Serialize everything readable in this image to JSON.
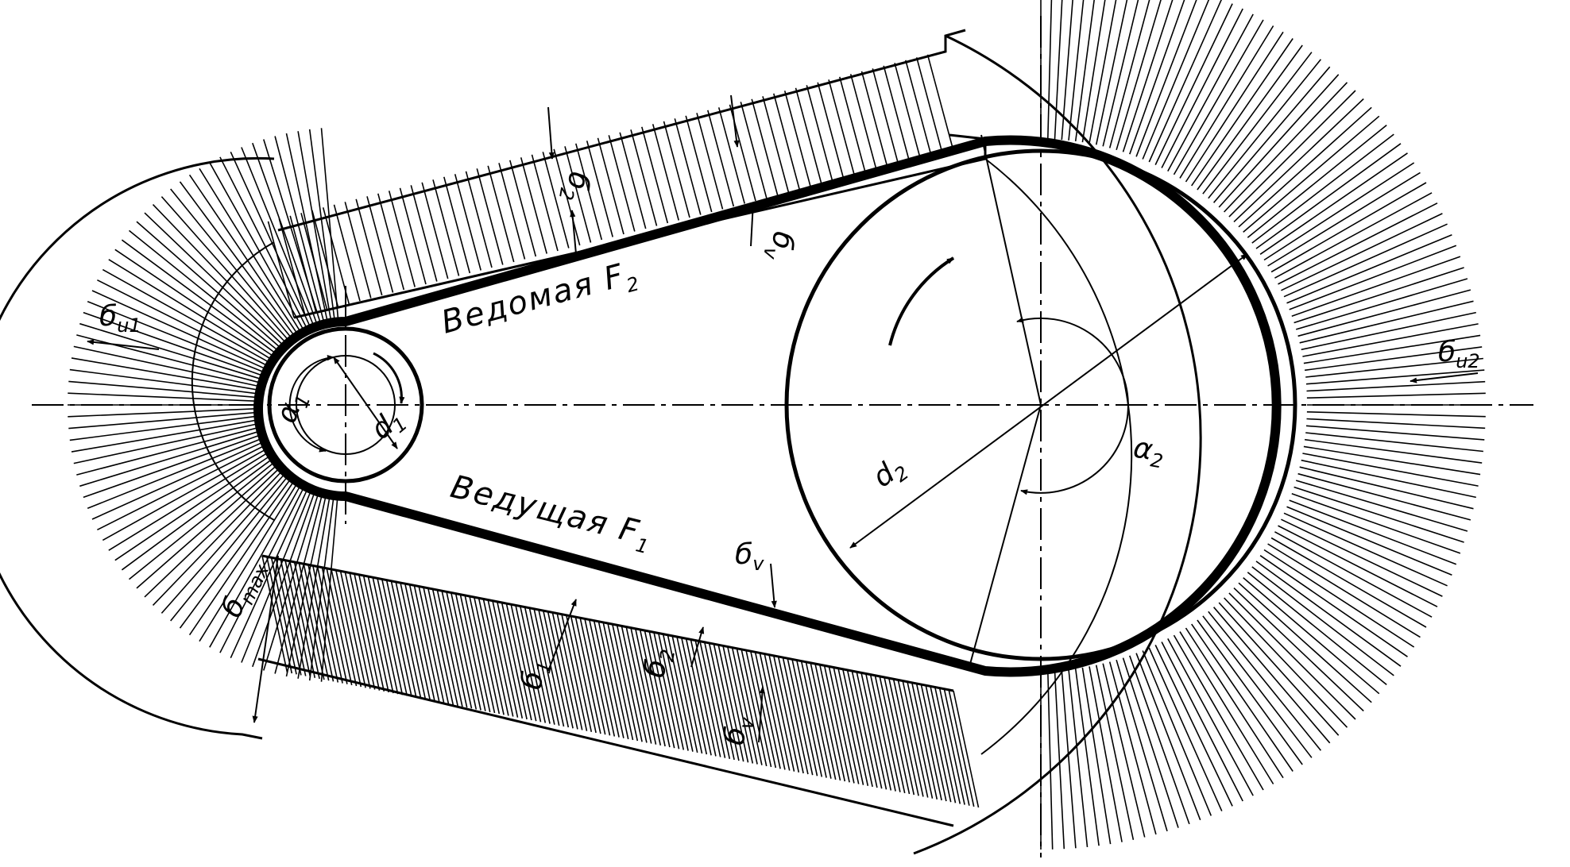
{
  "labels": {
    "slack_side": "Ведомая F",
    "slack_side_sub": "2",
    "tight_side": "Ведущая F",
    "tight_side_sub": "1",
    "d1": "d",
    "d1_sub": "1",
    "d2": "d",
    "d2_sub": "2",
    "alpha1": "α",
    "alpha1_sub": "1",
    "alpha2": "α",
    "alpha2_sub": "2",
    "sigma_u1": "б",
    "sigma_u1_sub": "u1",
    "sigma_u2": "б",
    "sigma_u2_sub": "u2",
    "sigma_max": "б",
    "sigma_max_sub": "max",
    "sigma_v": "б",
    "sigma_v_sub": "v",
    "sigma_1": "б",
    "sigma_1_sub": "1",
    "sigma_2": "б",
    "sigma_2_sub": "2",
    "sigma_2_upper": "б",
    "sigma_2_upper_sub": "2",
    "sigma_v_upper": "б",
    "sigma_v_upper_sub": "v",
    "sigma_v_lower": "б",
    "sigma_v_lower_sub": "v"
  },
  "colors": {
    "ink": "#000000",
    "paper": "#ffffff"
  }
}
